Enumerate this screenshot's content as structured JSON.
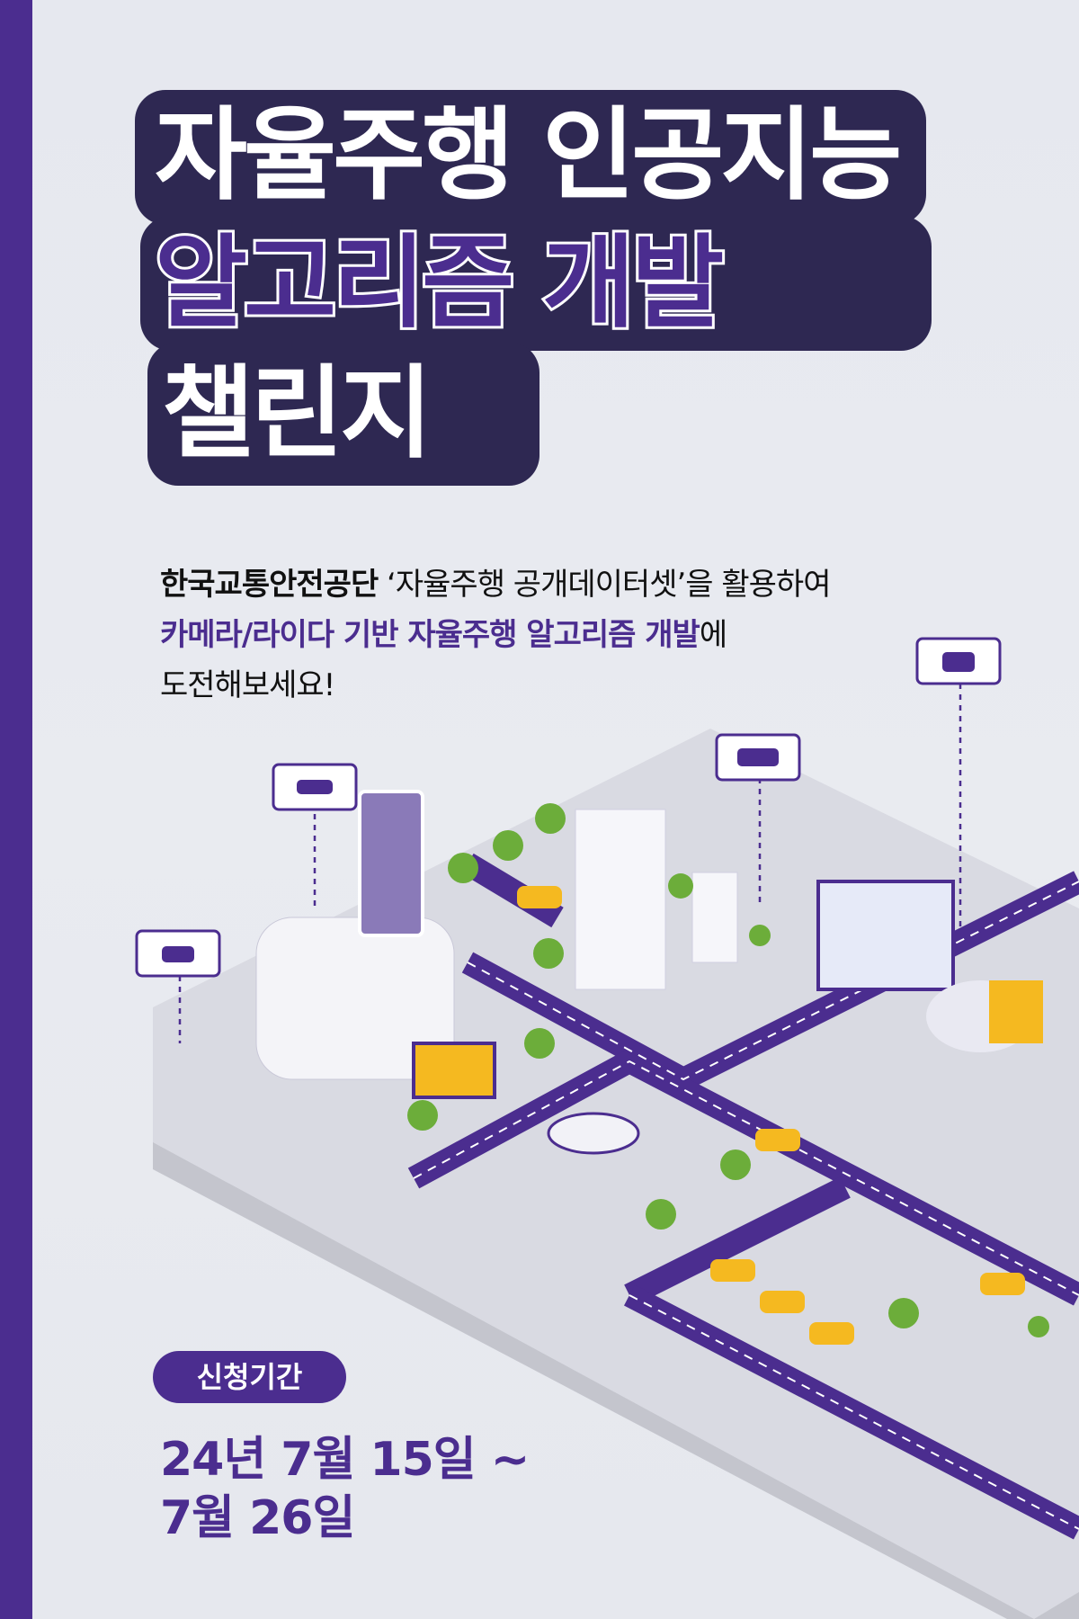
{
  "title": {
    "line1": "자율주행 인공지능",
    "line2": "알고리즘 개발",
    "line3": "챌린지"
  },
  "description": {
    "org": "한국교통안전공단",
    "line1_rest": " ‘자율주행 공개데이터셋’을 활용하여",
    "line2_highlight": "카메라/라이다 기반 자율주행 알고리즘 개발",
    "line2_rest": "에",
    "line3": "도전해보세요!"
  },
  "period": {
    "badge": "신청기간",
    "date_line1": "24년 7월 15일 ~",
    "date_line2": "7월 26일"
  },
  "colors": {
    "accent": "#4b2d8f",
    "outline": "#2e2852",
    "background": "#e8eaef",
    "taxi": "#f5b920"
  },
  "icons": [
    "car-sensor-icon",
    "car-wifi-icon",
    "smartphone-call-icon",
    "laptop-mail-icon",
    "cloud-folder-icon",
    "dashboard-monitor-icon"
  ]
}
